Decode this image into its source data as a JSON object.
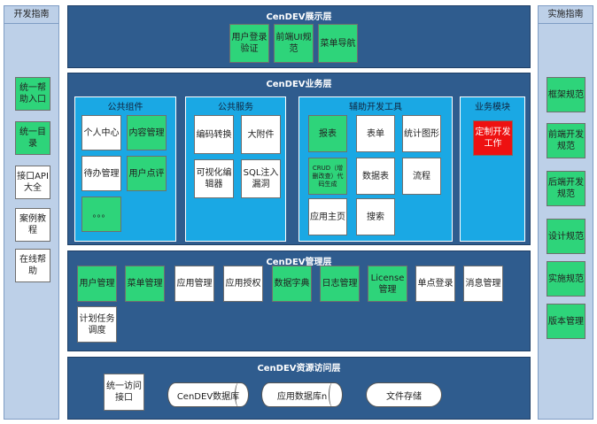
{
  "left_sidebar": {
    "title": "开发指南",
    "items": [
      "统一帮助入口",
      "统一目录",
      "接口API大全",
      "案例教程",
      "在线帮助"
    ]
  },
  "right_sidebar": {
    "title": "实施指南",
    "items": [
      "框架规范",
      "前端开发规范",
      "后端开发规范",
      "设计规范",
      "实施规范",
      "版本管理"
    ]
  },
  "display_layer": {
    "title": "CenDEV展示层",
    "items": [
      "用户登录验证",
      "前端UI规范",
      "菜单导航"
    ]
  },
  "business_layer": {
    "title": "CenDEV业务层",
    "public_components": {
      "title": "公共组件",
      "items": [
        "个人中心",
        "内容管理",
        "待办管理",
        "用户点评",
        "。。。"
      ]
    },
    "public_services": {
      "title": "公共服务",
      "items": [
        "编码转换",
        "大附件",
        "可视化编辑器",
        "SQL注入漏洞"
      ]
    },
    "dev_tools": {
      "title": "辅助开发工具",
      "items": [
        "报表",
        "表单",
        "统计图形",
        "CRUD（增删改查）代码生成",
        "数据表",
        "流程",
        "应用主页",
        "搜索"
      ]
    },
    "business_module": {
      "title": "业务模块",
      "items": [
        "定制开发工作"
      ]
    }
  },
  "management_layer": {
    "title": "CenDEV管理层",
    "items": [
      "用户管理",
      "菜单管理",
      "应用管理",
      "应用授权",
      "数据字典",
      "日志管理",
      "License管理",
      "单点登录",
      "消息管理",
      "计划任务调度"
    ]
  },
  "resource_layer": {
    "title": "CenDEV资源访问层",
    "items": [
      "统一访问接口",
      "CenDEV数据库",
      "应用数据库n",
      "文件存储"
    ]
  }
}
